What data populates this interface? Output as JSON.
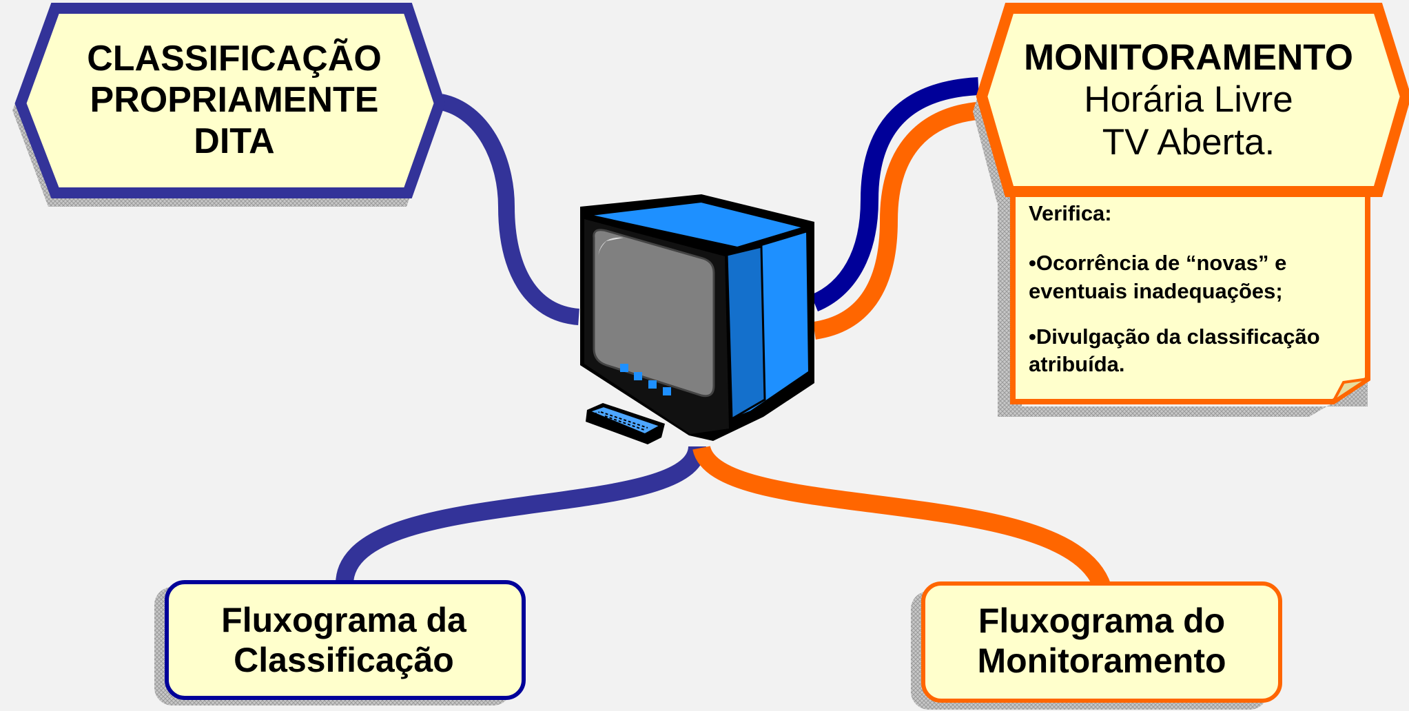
{
  "diagram": {
    "top_left": {
      "lines": [
        "CLASSIFICAÇÃO",
        "PROPRIAMENTE",
        "DITA"
      ]
    },
    "top_right": {
      "title": "MONITORAMENTO",
      "lines": [
        "Horária Livre",
        "TV Aberta."
      ]
    },
    "note": {
      "heading": "Verifica:",
      "items": [
        "•Ocorrência de “novas” e eventuais inadequações;",
        "•Divulgação da classificação atribuída."
      ]
    },
    "bottom_left": {
      "lines": [
        "Fluxograma da",
        "Classificação"
      ]
    },
    "bottom_right": {
      "lines": [
        "Fluxograma do",
        "Monitoramento"
      ]
    },
    "center_icon": "television-icon",
    "remote_icon": "remote-control-icon",
    "colors": {
      "blue": "#333399",
      "dark_blue": "#000099",
      "orange": "#ff6600",
      "fill": "#ffffcc",
      "tv_blue": "#1e90ff"
    }
  }
}
